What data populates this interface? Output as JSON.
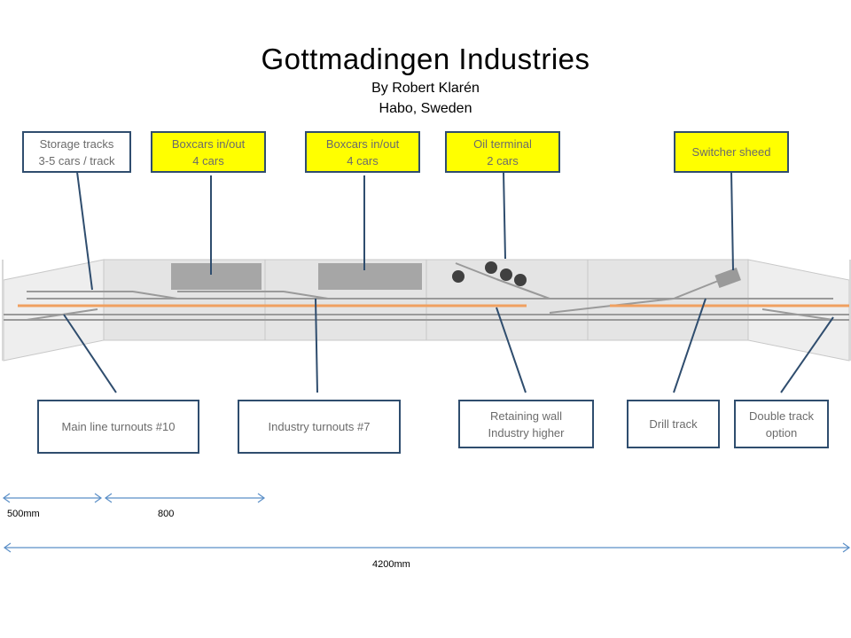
{
  "title": "Gottmadingen Industries",
  "author": "By Robert Klarén",
  "location": "Habo, Sweden",
  "top_callouts": [
    {
      "id": "storage",
      "text": "Storage tracks\n3-5 cars / track",
      "highlight": false
    },
    {
      "id": "boxcars1",
      "text": "Boxcars in/out\n4 cars",
      "highlight": true
    },
    {
      "id": "boxcars2",
      "text": "Boxcars in/out\n4 cars",
      "highlight": true
    },
    {
      "id": "oil",
      "text": "Oil terminal\n2 cars",
      "highlight": true
    },
    {
      "id": "switcher",
      "text": "Switcher sheed",
      "highlight": true
    }
  ],
  "bottom_callouts": [
    {
      "id": "mainline",
      "text": "Main line turnouts #10"
    },
    {
      "id": "industry",
      "text": "Industry turnouts #7"
    },
    {
      "id": "wall",
      "text": "Retaining wall\nIndustry higher"
    },
    {
      "id": "drill",
      "text": "Drill track"
    },
    {
      "id": "double",
      "text": "Double track\noption"
    }
  ],
  "dimensions": [
    {
      "id": "d500",
      "text": "500mm"
    },
    {
      "id": "d800",
      "text": "800"
    },
    {
      "id": "d4200",
      "text": "4200mm"
    }
  ],
  "colors": {
    "box_border": "#2f4d6e",
    "highlight": "#ffff00",
    "retaining_wall": "#f0a060",
    "dimension_arrow": "#5b8fc7",
    "module_fill": "#e4e4e4",
    "building": "#a6a6a6",
    "tank": "#404040"
  }
}
